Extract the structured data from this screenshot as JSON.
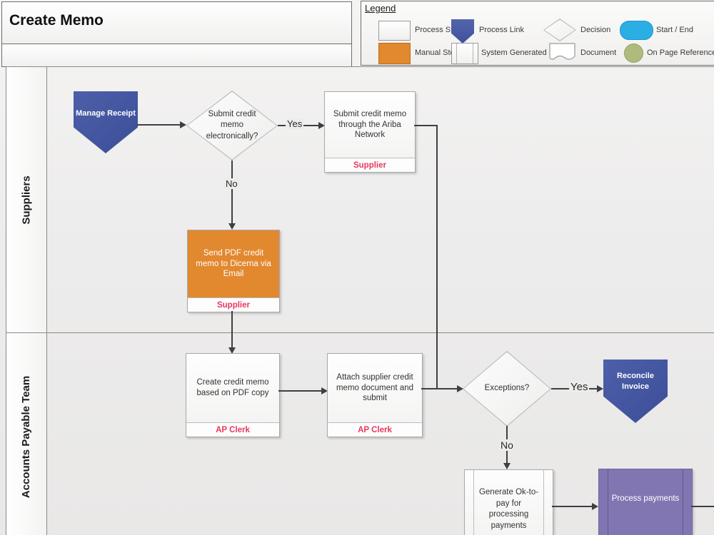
{
  "title": "Create Memo",
  "legend": {
    "heading": "Legend",
    "items": [
      {
        "label": "Process Step"
      },
      {
        "label": "Process Link"
      },
      {
        "label": "Decision"
      },
      {
        "label": "Start / End"
      },
      {
        "label": "Manual Step"
      },
      {
        "label": "System Generated"
      },
      {
        "label": "Document"
      },
      {
        "label": "On Page Reference"
      }
    ]
  },
  "lanes": [
    {
      "label": "Suppliers"
    },
    {
      "label": "Accounts Payable Team"
    }
  ],
  "nodes": {
    "manage_receipt": {
      "label": "Manage Receipt"
    },
    "decision_electronic": {
      "label": "Submit credit memo electronically?"
    },
    "ariba": {
      "label": "Submit credit memo through the Ariba Network",
      "role": "Supplier"
    },
    "send_pdf": {
      "label": "Send PDF credit memo to Dicerna via Email",
      "role": "Supplier"
    },
    "create_memo": {
      "label": "Create credit memo based on PDF copy",
      "role": "AP Clerk"
    },
    "attach_submit": {
      "label": "Attach supplier credit memo document and submit",
      "role": "AP Clerk"
    },
    "decision_exceptions": {
      "label": "Exceptions?"
    },
    "reconcile": {
      "label": "Reconcile Invoice"
    },
    "generate_ok": {
      "label": "Generate Ok-to-pay for processing payments"
    },
    "process_payments": {
      "label": "Process payments"
    }
  },
  "connector_labels": {
    "electronic_yes": "Yes",
    "electronic_no": "No",
    "exceptions_yes": "Yes",
    "exceptions_no": "No"
  },
  "colors": {
    "process_link_blue": "#44549e",
    "start_end_cyan": "#2baee4",
    "manual_step_orange": "#e2882f",
    "on_page_reference_green": "#aeba7e",
    "system_purple": "#8276b2",
    "role_text_red": "#e8385f",
    "connector_gray": "#3f3f3f"
  }
}
